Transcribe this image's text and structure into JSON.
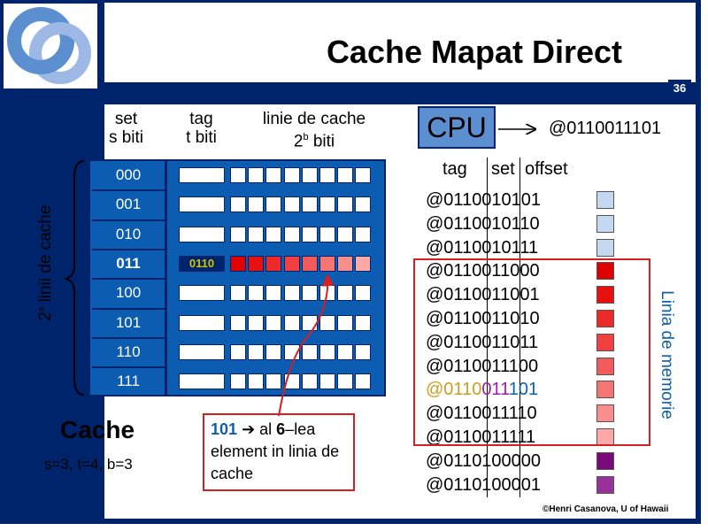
{
  "slide": {
    "title": "Cache Mapat Direct",
    "number": "36",
    "credit": "©Henri Casanova, U of Hawaii"
  },
  "cache": {
    "headers": {
      "set_line1": "set",
      "set_line2": "s biti",
      "tag_line1": "tag",
      "tag_line2": "t biti",
      "line_line1": "linie de cache",
      "line_line2_base": "2",
      "line_line2_exp": "b",
      "line_line2_rest": " biti"
    },
    "side_label_base": "2",
    "side_label_exp": "s",
    "side_label_rest": " linii de cache",
    "sets": [
      "000",
      "001",
      "010",
      "011",
      "100",
      "101",
      "110",
      "111"
    ],
    "highlight_set_index": 3,
    "highlight_tag": "0110",
    "highlight_colors": [
      "#e00000",
      "#e81010",
      "#ee2a2a",
      "#f24040",
      "#f45a5a",
      "#f57474",
      "#f88e8e",
      "#faa8a8"
    ],
    "label": "Cache",
    "params": "s=3, t=4, b=3"
  },
  "callout": {
    "part1": "101",
    "arrow": "➔",
    "part2": " al ",
    "part3": "6",
    "part4": "–lea element in linia de cache"
  },
  "cpu": {
    "label": "CPU",
    "address": "@0110011101"
  },
  "memory": {
    "headers": {
      "tag": "tag",
      "set": "set",
      "offset": "offset"
    },
    "rows": [
      {
        "address": "@0110010101",
        "color": "#c4d8f2"
      },
      {
        "address": "@0110010110",
        "color": "#c4d8f2"
      },
      {
        "address": "@0110010111",
        "color": "#c4d8f2"
      },
      {
        "address": "@0110011000",
        "color": "#e00000"
      },
      {
        "address": "@0110011001",
        "color": "#e81010"
      },
      {
        "address": "@0110011010",
        "color": "#ee2a2a"
      },
      {
        "address": "@0110011011",
        "color": "#f24040"
      },
      {
        "address": "@0110011100",
        "color": "#f45a5a"
      },
      {
        "address_tag": "@0110",
        "address_set": "011",
        "address_offset": "101",
        "color": "#f57474"
      },
      {
        "address": "@0110011110",
        "color": "#f88e8e"
      },
      {
        "address": "@0110011111",
        "color": "#faa8a8"
      },
      {
        "address": "@0110100000",
        "color": "#7a0a7a"
      },
      {
        "address": "@0110100001",
        "color": "#993399"
      }
    ],
    "frame_label": "Linia de memorie"
  }
}
